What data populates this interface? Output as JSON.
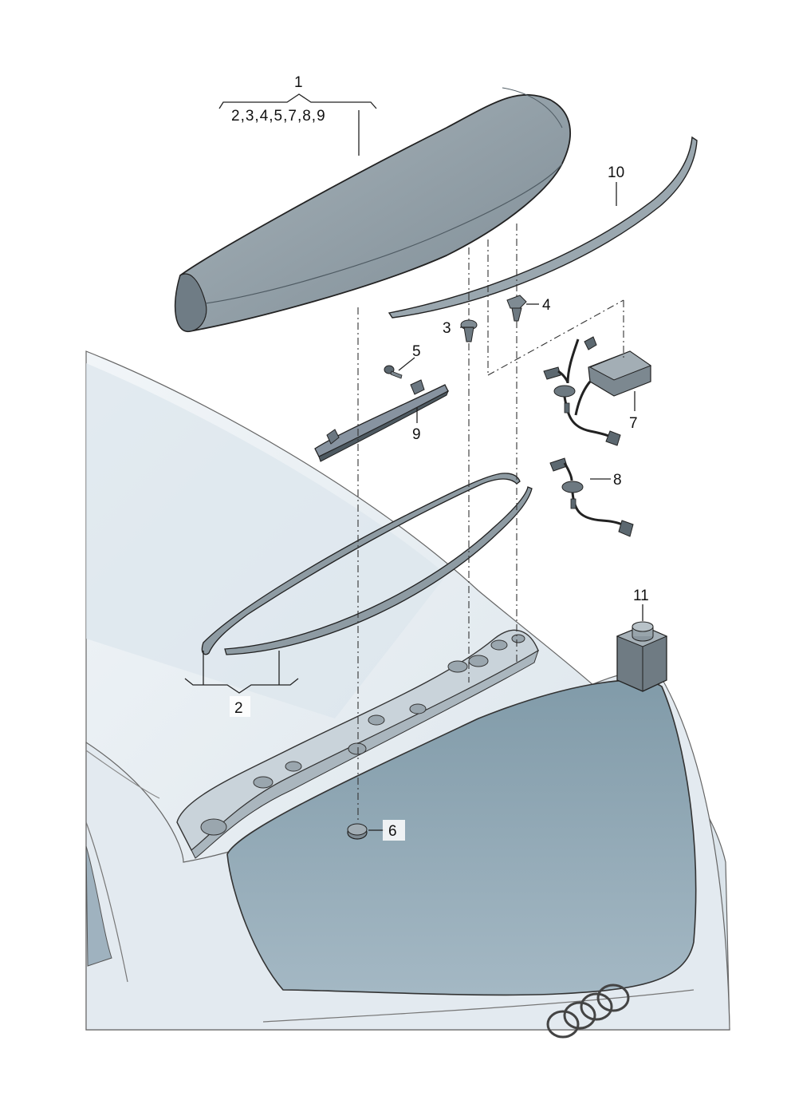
{
  "labels": {
    "p1": "1",
    "p1_sub": "2,3,4,5,7,8,9",
    "p2": "2",
    "p3": "3",
    "p4": "4",
    "p5": "5",
    "p6": "6",
    "p7": "7",
    "p8": "8",
    "p9": "9",
    "p10": "10",
    "p11": "11"
  },
  "colors": {
    "car_body": "#e8eef3",
    "car_shade": "#d3dde5",
    "window": "#8fa7b6",
    "spoiler": "#8c9aa3",
    "spoiler_dark": "#6b7881",
    "parts": "#5f6c74",
    "bottle": "#7f8c94"
  }
}
